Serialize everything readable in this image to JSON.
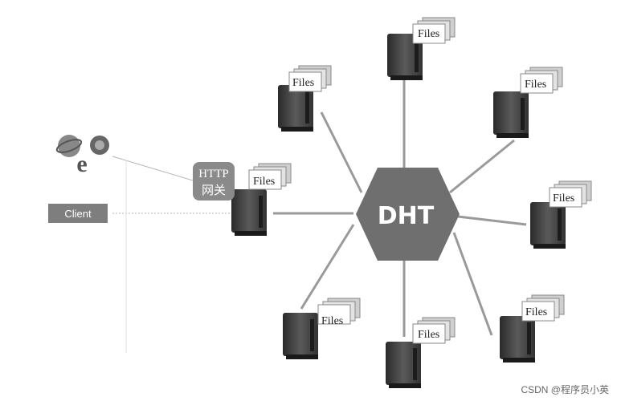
{
  "hub": {
    "label": "DHT"
  },
  "gateway": {
    "label_line1": "HTTP",
    "label_line2": "网关"
  },
  "client": {
    "label": "Client"
  },
  "nodes": [
    {
      "files_label": "Files"
    },
    {
      "files_label": "Files"
    },
    {
      "files_label": "Files"
    },
    {
      "files_label": "Files"
    },
    {
      "files_label": "Files"
    },
    {
      "files_label": "Files"
    },
    {
      "files_label": "Files"
    },
    {
      "files_label": "Files"
    }
  ],
  "watermark": "CSDN @程序员小英",
  "colors": {
    "hub": "#6f6f6f",
    "line": "#999999",
    "server_dark": "#3a3a3a",
    "label_bg": "#8a8a8a"
  },
  "icons": {
    "browser": "browser-icons"
  }
}
